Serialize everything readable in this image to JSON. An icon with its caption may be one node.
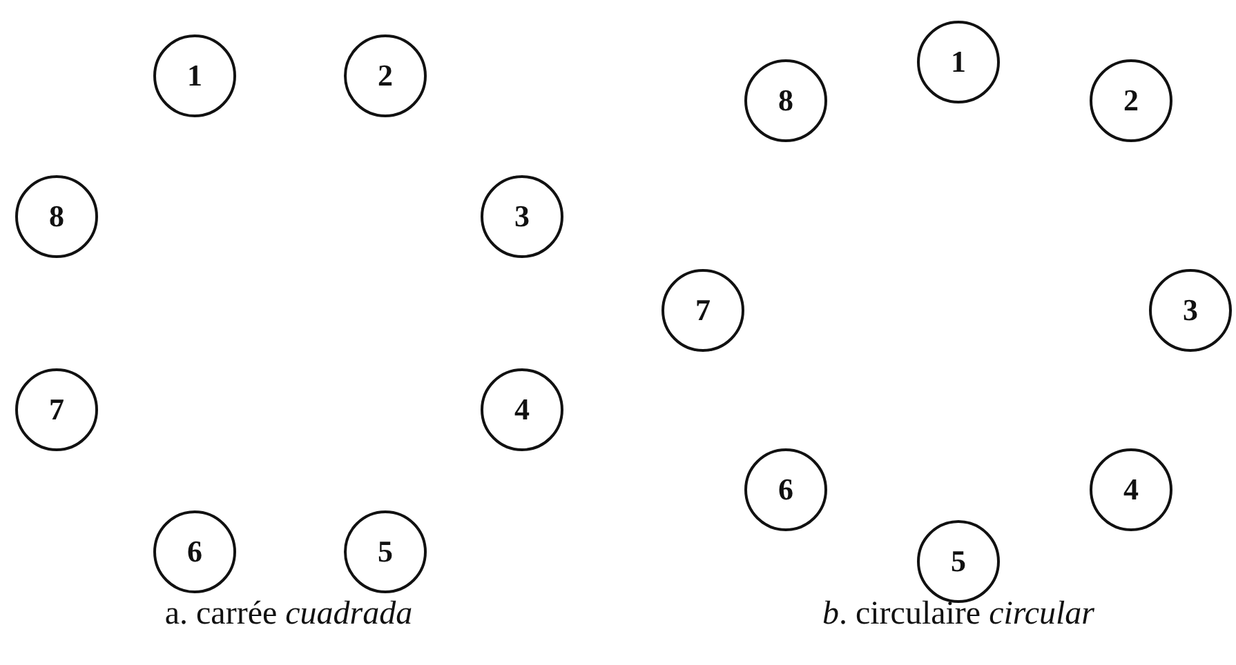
{
  "diagram": {
    "nodes": [
      {
        "text": [
          "1"
        ]
      },
      {
        "text": [
          "2"
        ]
      },
      {
        "text": [
          "3"
        ]
      },
      {
        "text": [
          "4"
        ]
      },
      {
        "text": [
          "5"
        ]
      },
      {
        "text": [
          "6"
        ]
      },
      {
        "text": [
          "7"
        ]
      },
      {
        "text": [
          "8"
        ]
      },
      {
        "text": [
          "1"
        ]
      },
      {
        "text": [
          "2"
        ]
      },
      {
        "text": [
          "3"
        ]
      },
      {
        "text": [
          "4"
        ]
      },
      {
        "text": [
          "5"
        ]
      },
      {
        "text": [
          "6"
        ]
      },
      {
        "text": [
          "7"
        ]
      },
      {
        "text": [
          "8"
        ]
      }
    ],
    "labels": [
      "a. carrée *cuadrada*",
      "*b*. circulaire *circular*"
    ]
  }
}
